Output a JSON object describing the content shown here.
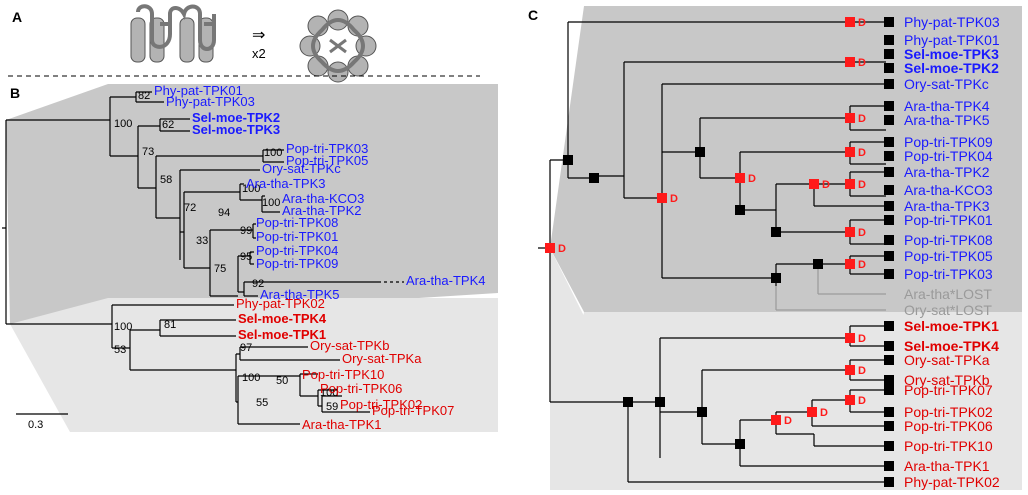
{
  "colors": {
    "group_blue": "#1a1aff",
    "group_red": "#e00000",
    "lost_gray": "#9a9a9a",
    "duplication_node": "#ff1a1a",
    "speciation_node": "#000000",
    "shade_dark": "#c8c8c8",
    "shade_light": "#e6e6e6"
  },
  "panel_a": {
    "label": "A",
    "arrow": "⇒",
    "multiplier": "x2",
    "icons": [
      "tandem-pore-channel-subunit-icon",
      "assembled-channel-tetramer-icon"
    ]
  },
  "panel_b": {
    "label": "B",
    "scale_bar_value": "0.3",
    "blue_leaves": [
      {
        "name": "Phy-pat-TPK01",
        "bold": false
      },
      {
        "name": "Phy-pat-TPK03",
        "bold": false
      },
      {
        "name": "Sel-moe-TPK2",
        "bold": true
      },
      {
        "name": "Sel-moe-TPK3",
        "bold": true
      },
      {
        "name": "Pop-tri-TPK03",
        "bold": false
      },
      {
        "name": "Pop-tri-TPK05",
        "bold": false
      },
      {
        "name": "Ory-sat-TPKc",
        "bold": false
      },
      {
        "name": "Ara-tha-TPK3",
        "bold": false
      },
      {
        "name": "Ara-tha-KCO3",
        "bold": false
      },
      {
        "name": "Ara-tha-TPK2",
        "bold": false
      },
      {
        "name": "Pop-tri-TPK08",
        "bold": false
      },
      {
        "name": "Pop-tri-TPK01",
        "bold": false
      },
      {
        "name": "Pop-tri-TPK04",
        "bold": false
      },
      {
        "name": "Pop-tri-TPK09",
        "bold": false
      },
      {
        "name": "Ara-tha-TPK4",
        "bold": false
      },
      {
        "name": "Ara-tha-TPK5",
        "bold": false
      }
    ],
    "red_leaves": [
      {
        "name": "Phy-pat-TPK02",
        "bold": false
      },
      {
        "name": "Sel-moe-TPK4",
        "bold": true
      },
      {
        "name": "Sel-moe-TPK1",
        "bold": true
      },
      {
        "name": "Ory-sat-TPKb",
        "bold": false
      },
      {
        "name": "Ory-sat-TPKa",
        "bold": false
      },
      {
        "name": "Pop-tri-TPK10",
        "bold": false
      },
      {
        "name": "Pop-tri-TPK06",
        "bold": false
      },
      {
        "name": "Pop-tri-TPK02",
        "bold": false
      },
      {
        "name": "Pop-tri-TPK07",
        "bold": false
      },
      {
        "name": "Ara-tha-TPK1",
        "bold": false
      }
    ],
    "bootstrap_values": [
      "82",
      "100",
      "62",
      "73",
      "100",
      "58",
      "72",
      "100",
      "94",
      "100",
      "33",
      "99",
      "75",
      "95",
      "92",
      "100",
      "81",
      "53",
      "97",
      "100",
      "50",
      "100",
      "59",
      "55"
    ]
  },
  "panel_c": {
    "label": "C",
    "duplication_tag": "D",
    "blue_leaves": [
      {
        "name": "Phy-pat-TPK03",
        "bold": false
      },
      {
        "name": "Phy-pat-TPK01",
        "bold": false
      },
      {
        "name": "Sel-moe-TPK3",
        "bold": true
      },
      {
        "name": "Sel-moe-TPK2",
        "bold": true
      },
      {
        "name": "Ory-sat-TPKc",
        "bold": false
      },
      {
        "name": "Ara-tha-TPK4",
        "bold": false
      },
      {
        "name": "Ara-tha-TPK5",
        "bold": false
      },
      {
        "name": "Pop-tri-TPK09",
        "bold": false
      },
      {
        "name": "Pop-tri-TPK04",
        "bold": false
      },
      {
        "name": "Ara-tha-TPK2",
        "bold": false
      },
      {
        "name": "Ara-tha-KCO3",
        "bold": false
      },
      {
        "name": "Ara-tha-TPK3",
        "bold": false
      },
      {
        "name": "Pop-tri-TPK01",
        "bold": false
      },
      {
        "name": "Pop-tri-TPK08",
        "bold": false
      },
      {
        "name": "Pop-tri-TPK05",
        "bold": false
      },
      {
        "name": "Pop-tri-TPK03",
        "bold": false
      }
    ],
    "lost_leaves": [
      "Ara-tha*LOST",
      "Ory-sat*LOST"
    ],
    "red_leaves": [
      {
        "name": "Sel-moe-TPK1",
        "bold": true
      },
      {
        "name": "Sel-moe-TPK4",
        "bold": true
      },
      {
        "name": "Ory-sat-TPKa",
        "bold": false
      },
      {
        "name": "Ory-sat-TPKb",
        "bold": false
      },
      {
        "name": "Pop-tri-TPK07",
        "bold": false
      },
      {
        "name": "Pop-tri-TPK02",
        "bold": false
      },
      {
        "name": "Pop-tri-TPK06",
        "bold": false
      },
      {
        "name": "Pop-tri-TPK10",
        "bold": false
      },
      {
        "name": "Ara-tha-TPK1",
        "bold": false
      },
      {
        "name": "Phy-pat-TPK02",
        "bold": false
      }
    ]
  }
}
